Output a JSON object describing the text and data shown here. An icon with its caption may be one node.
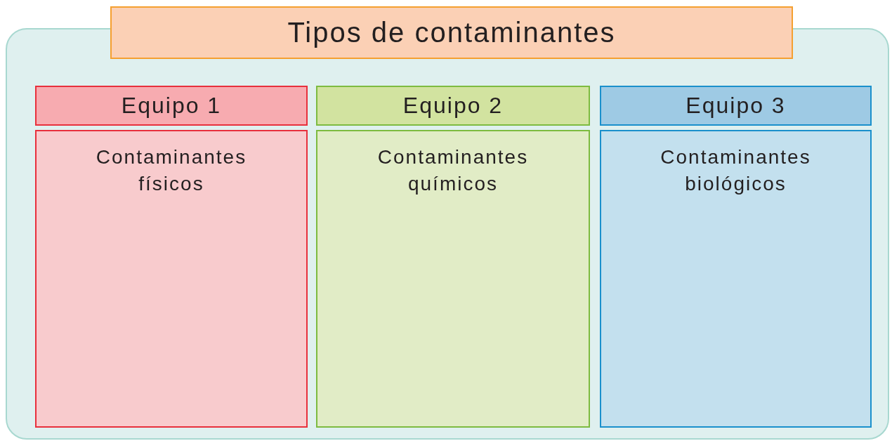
{
  "diagram": {
    "nodes": [
      {
        "text": [
          "Tipos de contaminantes"
        ]
      },
      {
        "text": [
          "Equipo 1"
        ],
        "in": 0
      },
      {
        "text": [
          "Equipo 2"
        ],
        "in": 0
      },
      {
        "text": [
          "Equipo 3"
        ],
        "in": 0
      },
      {
        "text": [
          "Contaminantes físicos"
        ],
        "in": 0
      },
      {
        "text": [
          "Contaminantes químicos"
        ],
        "in": 0
      },
      {
        "text": [
          "Contaminantes biológicos"
        ],
        "in": 0
      }
    ],
    "edges": []
  }
}
